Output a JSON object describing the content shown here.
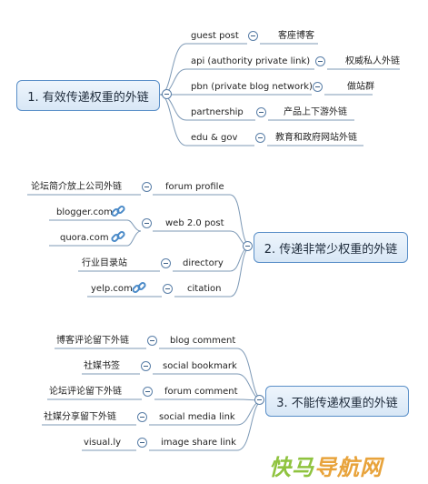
{
  "branch1": {
    "title": "1. 有效传递权重的外链",
    "items": [
      {
        "term": "guest post",
        "desc": "客座博客"
      },
      {
        "term": "api (authority private link)",
        "desc": "权威私人外链"
      },
      {
        "term": "pbn (private blog network)",
        "desc": "做站群"
      },
      {
        "term": "partnership",
        "desc": "产品上下游外链"
      },
      {
        "term": "edu & gov",
        "desc": "教育和政府网站外链"
      }
    ]
  },
  "branch2": {
    "title": "2. 传递非常少权重的外链",
    "items": [
      {
        "term": "forum profile",
        "desc": "论坛简介放上公司外链"
      },
      {
        "term": "web 2.0 post",
        "descs": [
          "blogger.com",
          "quora.com"
        ]
      },
      {
        "term": "directory",
        "desc": "行业目录站"
      },
      {
        "term": "citation",
        "desc": "yelp.com"
      }
    ]
  },
  "branch3": {
    "title": "3. 不能传递权重的外链",
    "items": [
      {
        "term": "blog comment",
        "desc": "博客评论留下外链"
      },
      {
        "term": "social bookmark",
        "desc": "社媒书签"
      },
      {
        "term": "forum comment",
        "desc": "论坛评论留下外链"
      },
      {
        "term": "social media link",
        "desc": "社媒分享留下外链"
      },
      {
        "term": "image share link",
        "desc": "visual.ly"
      }
    ]
  },
  "watermark": {
    "part1": "快马",
    "part2": "导航网"
  },
  "colors": {
    "line": "#6f8fae",
    "box_border": "#5a8fc8",
    "box_fill": "#dce9f7"
  },
  "icons": [
    "collapse-toggle-icon",
    "chain-link-icon"
  ]
}
